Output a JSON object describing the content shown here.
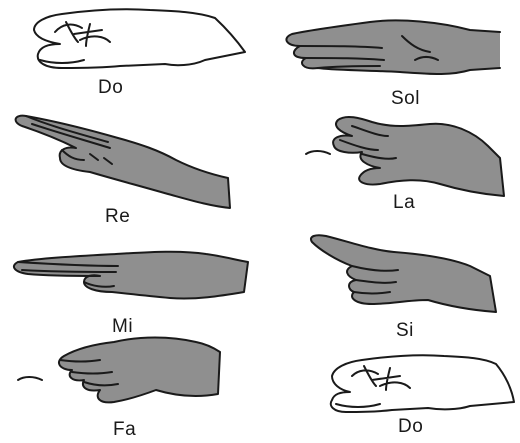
{
  "signs": [
    {
      "id": "do-1",
      "label": "Do",
      "hand": "closed-fist-icon"
    },
    {
      "id": "re",
      "label": "Re",
      "hand": "flat-hand-angled-up-icon"
    },
    {
      "id": "mi",
      "label": "Mi",
      "hand": "flat-hand-horizontal-icon"
    },
    {
      "id": "fa",
      "label": "Fa",
      "hand": "thumb-down-hand-icon"
    },
    {
      "id": "sol",
      "label": "Sol",
      "hand": "open-palm-up-icon"
    },
    {
      "id": "la",
      "label": "La",
      "hand": "drooping-hand-icon"
    },
    {
      "id": "si",
      "label": "Si",
      "hand": "pointing-hand-icon"
    },
    {
      "id": "do-2",
      "label": "Do",
      "hand": "closed-fist-icon"
    }
  ],
  "colors": {
    "skin_fill": "#ffffff",
    "shadow_fill": "#9a9a9a",
    "outline": "#1a1a1a",
    "background": "#ffffff"
  }
}
